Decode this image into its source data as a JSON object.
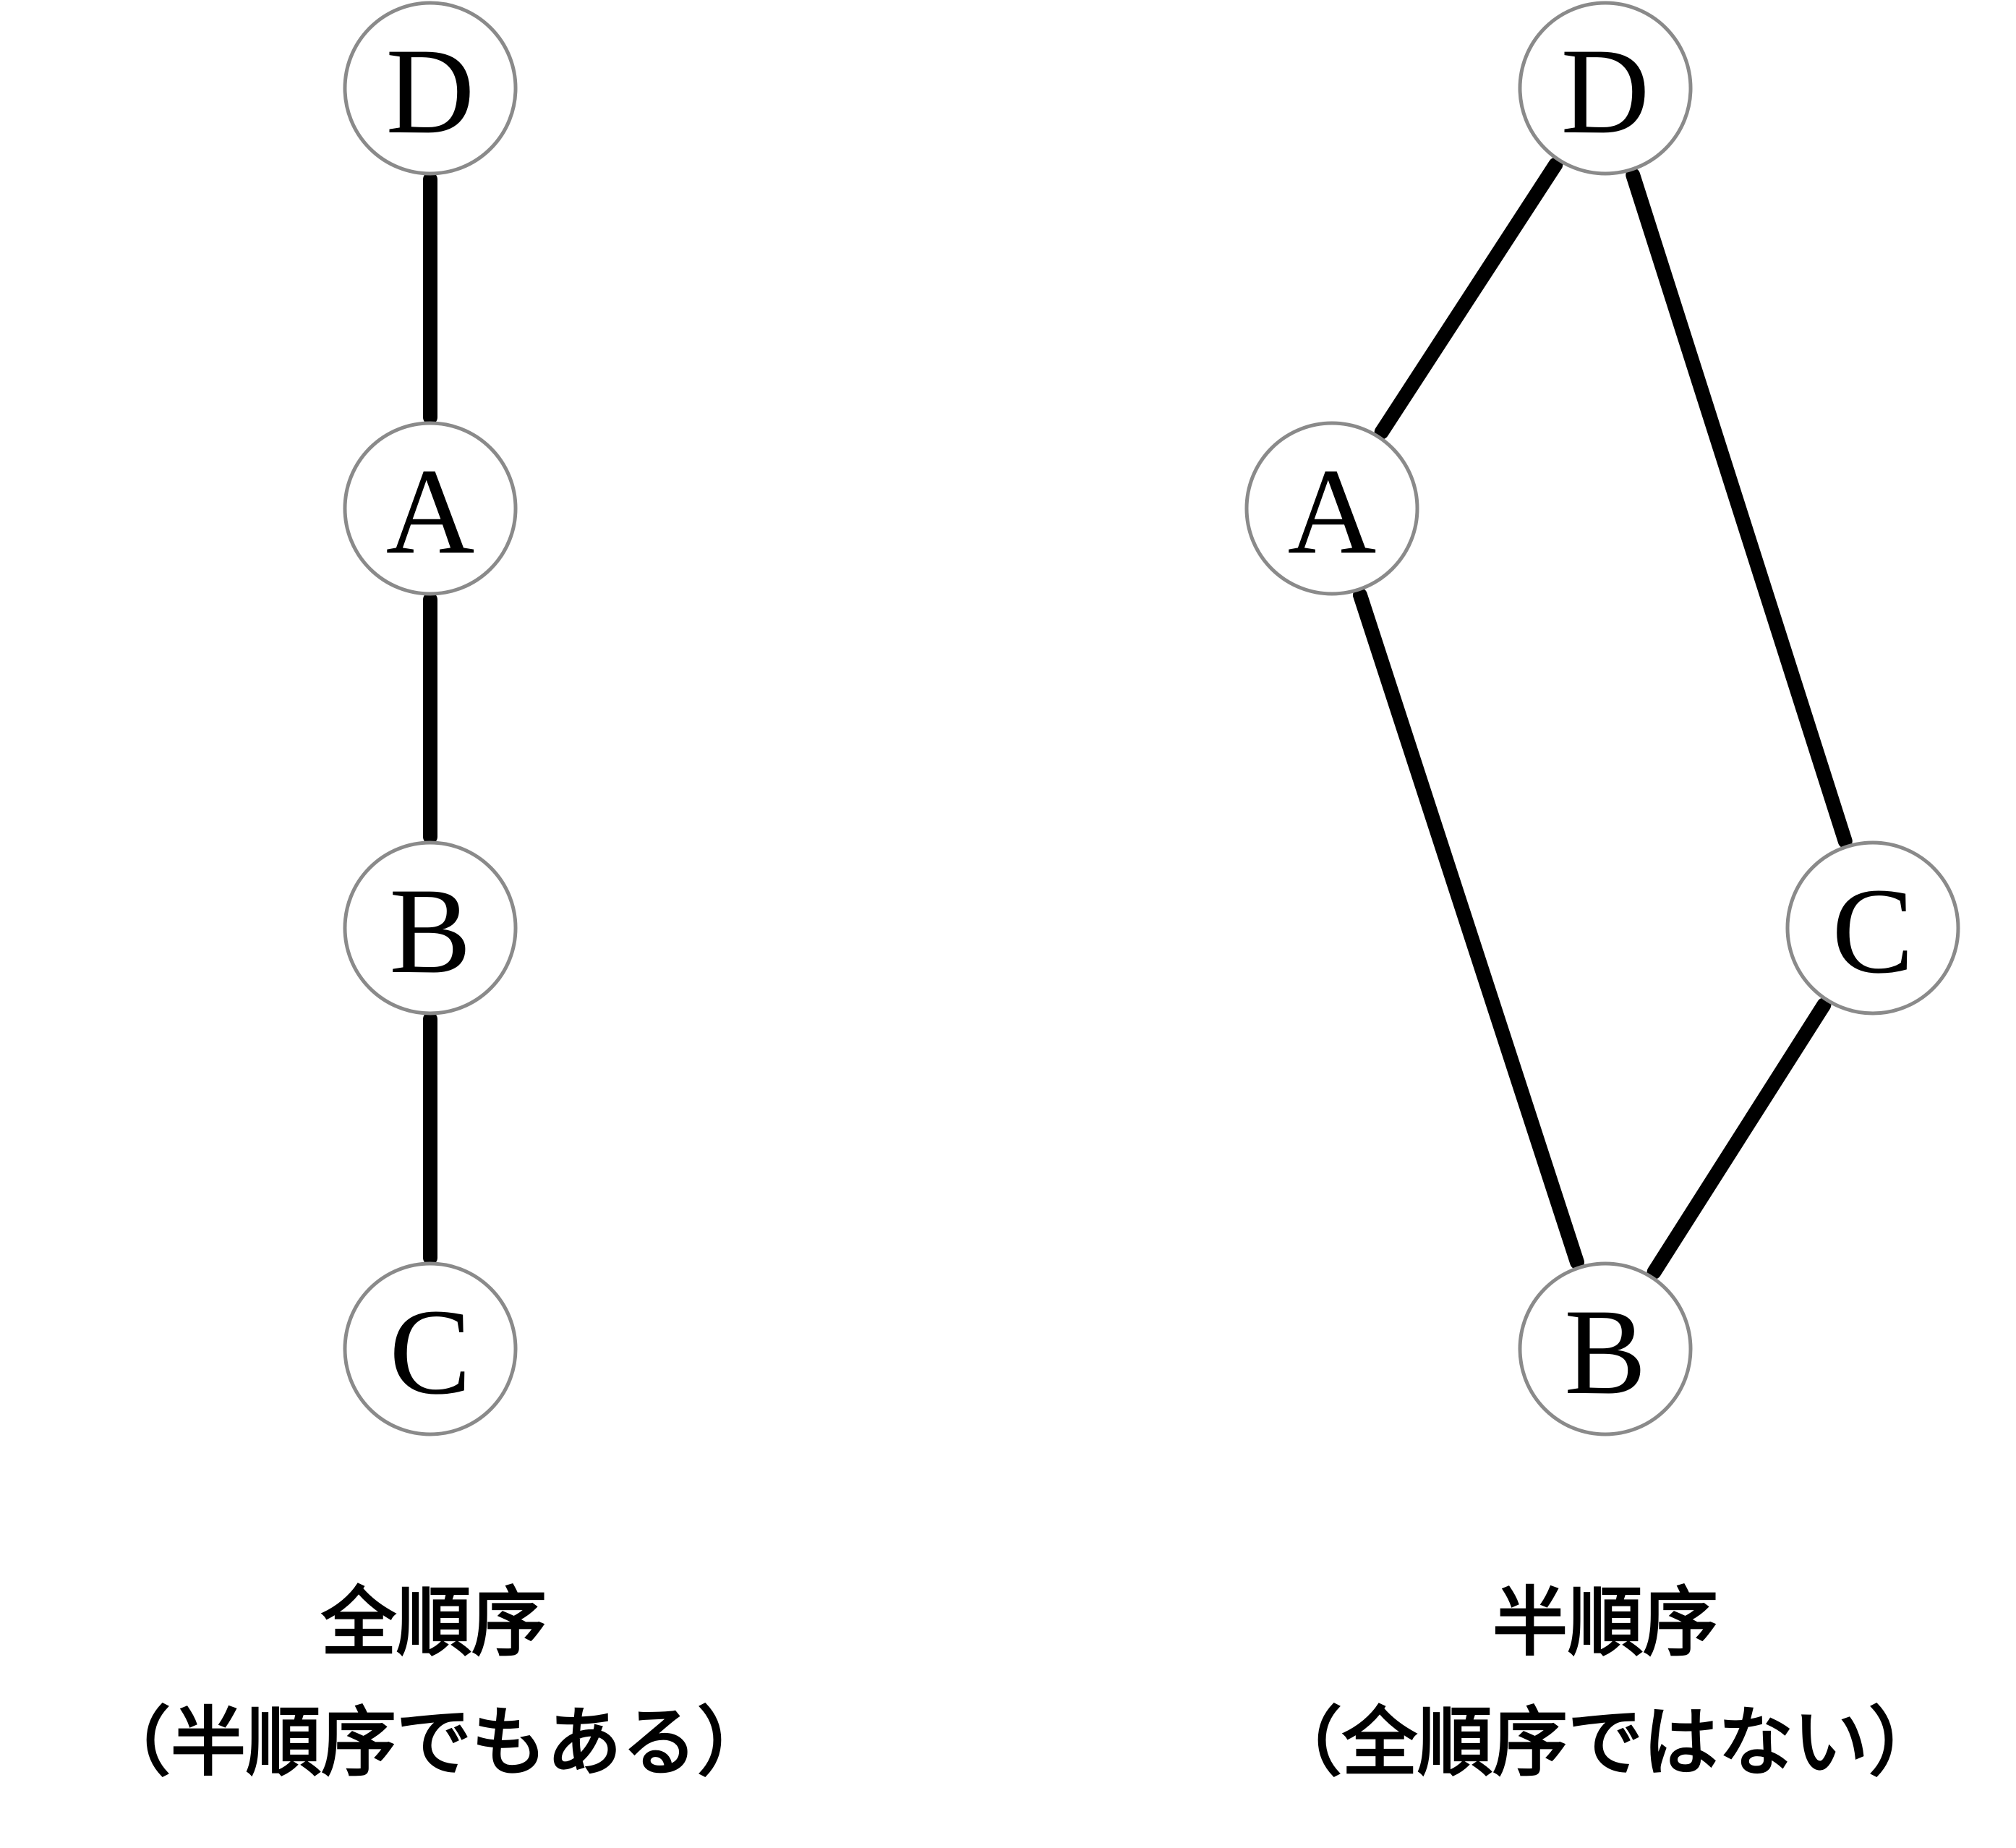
{
  "diagrams": [
    {
      "id": "total-order",
      "nodes": [
        {
          "id": "D",
          "label": "D"
        },
        {
          "id": "A",
          "label": "A"
        },
        {
          "id": "B",
          "label": "B"
        },
        {
          "id": "C",
          "label": "C"
        }
      ],
      "edges": [
        [
          "D",
          "A"
        ],
        [
          "A",
          "B"
        ],
        [
          "B",
          "C"
        ]
      ],
      "caption": {
        "line1": "全順序",
        "line2": "（半順序でもある）"
      }
    },
    {
      "id": "partial-order",
      "nodes": [
        {
          "id": "D",
          "label": "D"
        },
        {
          "id": "A",
          "label": "A"
        },
        {
          "id": "C",
          "label": "C"
        },
        {
          "id": "B",
          "label": "B"
        }
      ],
      "edges": [
        [
          "D",
          "A"
        ],
        [
          "D",
          "C"
        ],
        [
          "A",
          "B"
        ],
        [
          "C",
          "B"
        ]
      ],
      "caption": {
        "line1": "半順序",
        "line2": "（全順序ではない）"
      }
    }
  ],
  "colors": {
    "node_stroke": "#8a8a8a",
    "edge": "#000000",
    "text": "#000000",
    "background": "#ffffff"
  }
}
